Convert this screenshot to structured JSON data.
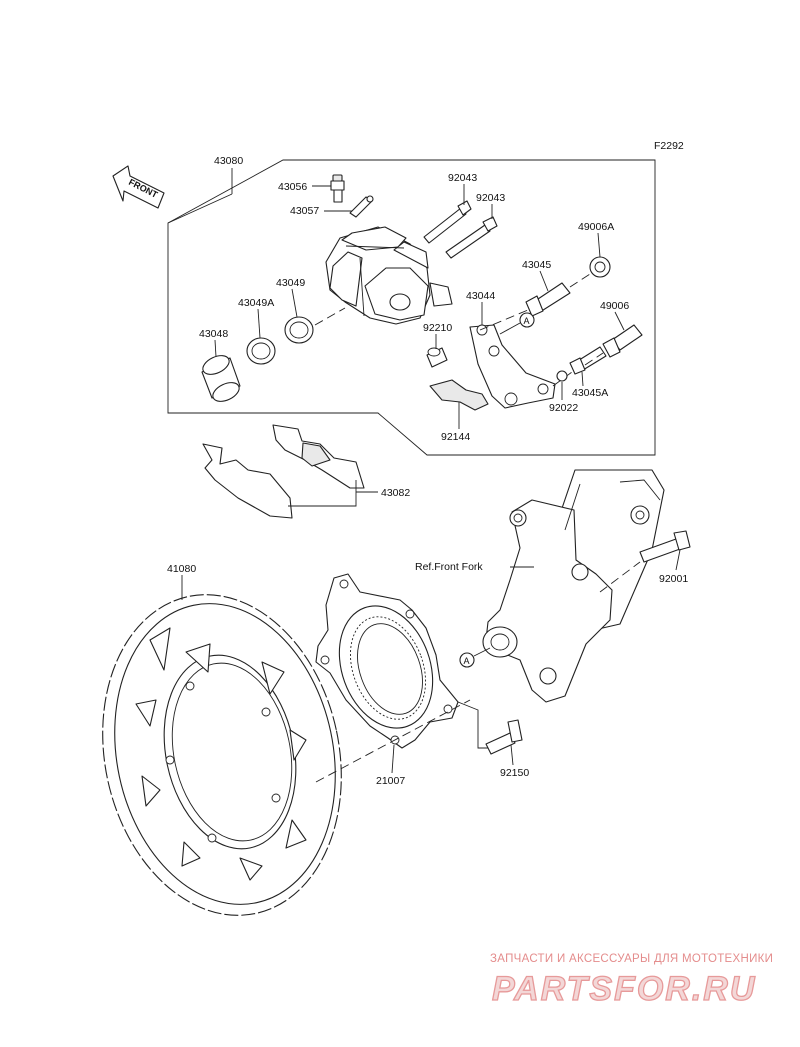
{
  "figure_code": "F2292",
  "front_arrow_label": "FRONT",
  "reference_label": "Ref.Front Fork",
  "callout_letter": "A",
  "part_numbers": {
    "p43080": "43080",
    "p43056": "43056",
    "p43057": "43057",
    "p92043a": "92043",
    "p92043b": "92043",
    "p49006a": "49006A",
    "p43045": "43045",
    "p43044": "43044",
    "p43049": "43049",
    "p43049a": "43049A",
    "p43048": "43048",
    "p92210": "92210",
    "p49006": "49006",
    "p43045a": "43045A",
    "p92022": "92022",
    "p92144": "92144",
    "p43082": "43082",
    "p41080": "41080",
    "p92001": "92001",
    "p21007": "21007",
    "p92150": "92150"
  },
  "watermark": {
    "tagline": "ЗАПЧАСТИ И АКСЕССУАРЫ ДЛЯ МОТОТЕХНИКИ",
    "brand": "PARTSFOR.RU"
  }
}
